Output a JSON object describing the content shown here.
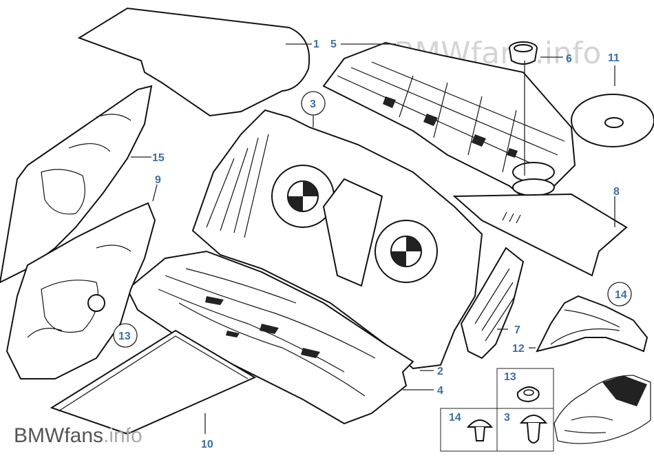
{
  "watermark": {
    "top_brand": "BMWfans",
    "top_suffix": ".info",
    "bottom_brand": "BMWfans",
    "bottom_suffix": ".info"
  },
  "labels": {
    "l1": "1",
    "l2": "2",
    "l3": "3",
    "l4": "4",
    "l5": "5",
    "l6": "6",
    "l7": "7",
    "l8": "8",
    "l9": "9",
    "l10": "10",
    "l11": "11",
    "l12": "12",
    "l13": "13",
    "l14": "14",
    "l15": "15"
  },
  "inset": {
    "clip_a": "13",
    "clip_b": "14",
    "clip_c": "3"
  },
  "colors": {
    "label": "#3b6fa5",
    "line": "#222222"
  }
}
